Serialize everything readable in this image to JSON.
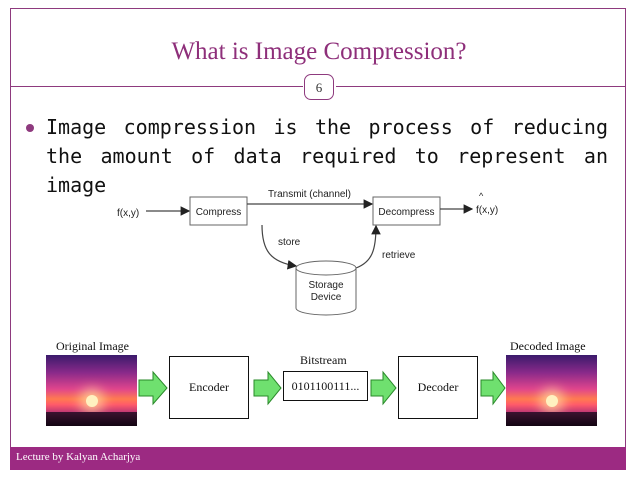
{
  "slide": {
    "title": "What is Image Compression?",
    "page_number": "6",
    "bullet": "Image compression is the process of reducing the amount of data required to represent an image",
    "footer": "Lecture by Kalyan Acharjya"
  },
  "flow_diagram": {
    "input_label": "f(x,y)",
    "compress_label": "Compress",
    "channel_label": "Transmit (channel)",
    "decompress_label": "Decompress",
    "output_label": "f(x,y)",
    "output_hat": "^",
    "store_label": "store",
    "retrieve_label": "retrieve",
    "storage_line1": "Storage",
    "storage_line2": "Device"
  },
  "pipeline": {
    "original_caption": "Original Image",
    "decoded_caption": "Decoded Image",
    "encoder_label": "Encoder",
    "bitstream_caption": "Bitstream",
    "bitstream_value": "0101100111...",
    "decoder_label": "Decoder",
    "arrow_color": "#6fe06f"
  },
  "colors": {
    "accent": "#8e2f7a",
    "footer_bg": "#9c2a82"
  }
}
